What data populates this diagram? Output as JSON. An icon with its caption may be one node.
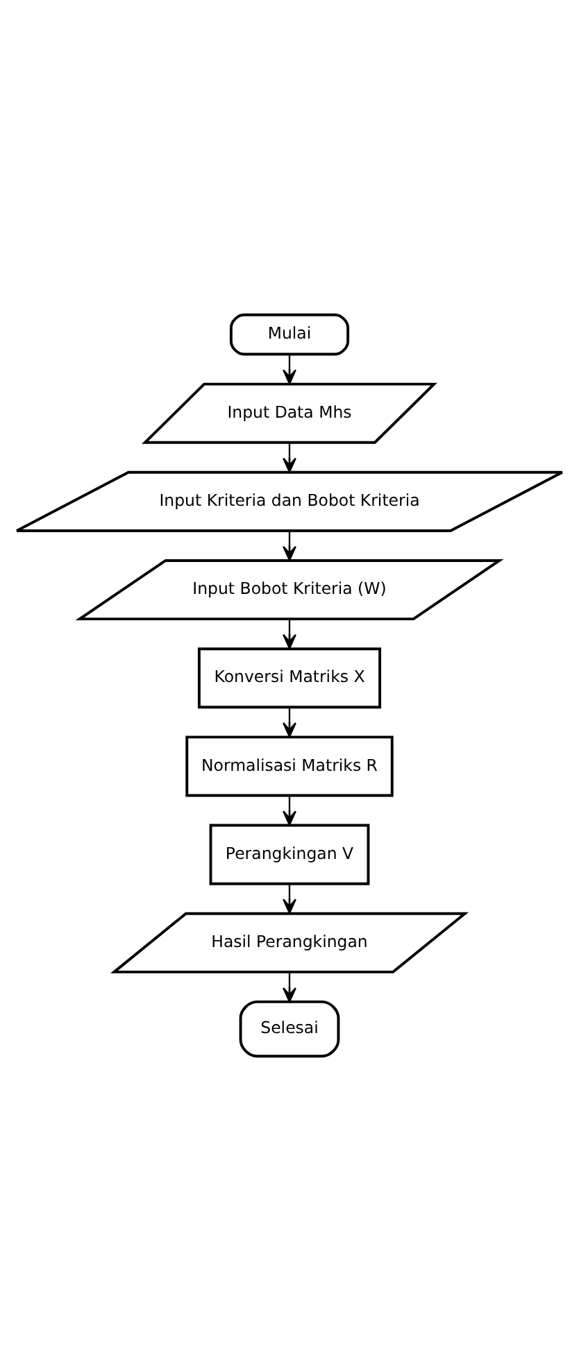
{
  "diagram": {
    "nodes": [
      {
        "text": [
          "Mulai"
        ]
      },
      {
        "text": [
          "Input Data Mhs"
        ]
      },
      {
        "text": [
          "Input Kriteria dan Bobot Kriteria"
        ]
      },
      {
        "text": [
          "Input Bobot Kriteria (W)"
        ]
      },
      {
        "text": [
          "Konversi Matriks X"
        ]
      },
      {
        "text": [
          "Normalisasi Matriks R"
        ]
      },
      {
        "text": [
          "Perangkingan V"
        ]
      },
      {
        "text": [
          "Hasil Perangkingan"
        ]
      },
      {
        "text": [
          "Selesai"
        ]
      }
    ],
    "edges": [
      {
        "from": 0,
        "to": 1,
        "arrow": "to"
      },
      {
        "from": 1,
        "to": 2,
        "arrow": "to"
      },
      {
        "from": 2,
        "to": 3,
        "arrow": "to"
      },
      {
        "from": 3,
        "to": 4,
        "arrow": "to"
      },
      {
        "from": 4,
        "to": 5,
        "arrow": "to"
      },
      {
        "from": 5,
        "to": 6,
        "arrow": "to"
      },
      {
        "from": 6,
        "to": 7,
        "arrow": "to"
      },
      {
        "from": 7,
        "to": 8,
        "arrow": "to"
      }
    ]
  }
}
